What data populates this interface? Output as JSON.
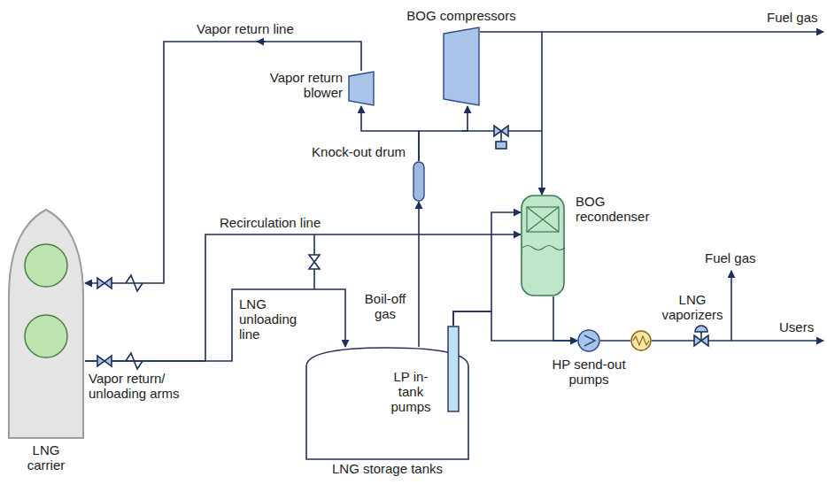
{
  "diagram": {
    "nodes": [
      {
        "text": [
          "LNG carrier"
        ]
      },
      {
        "text": [
          "LNG storage tanks"
        ]
      },
      {
        "text": [
          "LP in-tank pumps"
        ],
        "in": 1
      },
      {
        "text": [
          "Knock-out drum"
        ]
      },
      {
        "text": [
          "Vapor return blower"
        ]
      },
      {
        "text": [
          "BOG compressors"
        ]
      },
      {
        "text": [
          "BOG recondenser"
        ]
      },
      {
        "text": [
          "HP send-out pumps"
        ]
      },
      {
        "text": [
          "LNG vaporizers"
        ]
      }
    ],
    "edges": [
      {
        "from": 0,
        "to": 1,
        "label": "LNG unloading line",
        "arrow": "to"
      },
      {
        "from": 0,
        "to": 6,
        "label": "Recirculation line",
        "arrow": "to"
      },
      {
        "from": 4,
        "to": 0,
        "label": "Vapor return line",
        "arrow": "to"
      },
      {
        "from": 1,
        "to": 3,
        "label": "Boil-off gas",
        "arrow": "to"
      },
      {
        "from": 3,
        "to": 4,
        "arrow": "to"
      },
      {
        "from": 3,
        "to": 5,
        "arrow": "to"
      },
      {
        "from": 5,
        "to": 6,
        "arrow": "to"
      },
      {
        "from": 2,
        "to": 6,
        "arrow": "to"
      },
      {
        "from": 2,
        "to": 7,
        "arrow": "to"
      },
      {
        "from": 6,
        "to": 7,
        "arrow": "to"
      },
      {
        "from": 7,
        "to": 8,
        "arrow": "none"
      }
    ],
    "labels": [
      "Fuel gas",
      "Vapor return/ unloading arms",
      "Fuel gas",
      "Users"
    ]
  }
}
